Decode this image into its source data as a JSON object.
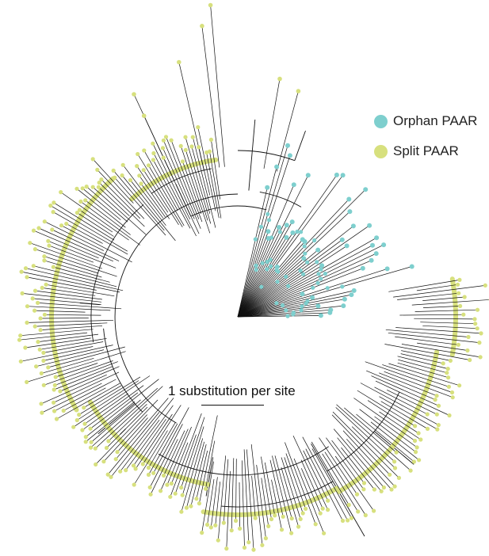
{
  "legend": {
    "items": [
      {
        "label": "Orphan PAAR",
        "color": "#7ecfce"
      },
      {
        "label": "Split PAAR",
        "color": "#d7e07e"
      }
    ]
  },
  "scale": {
    "label": "1 substitution per site"
  },
  "colors": {
    "branch": "#111111",
    "background": "#ffffff"
  }
}
